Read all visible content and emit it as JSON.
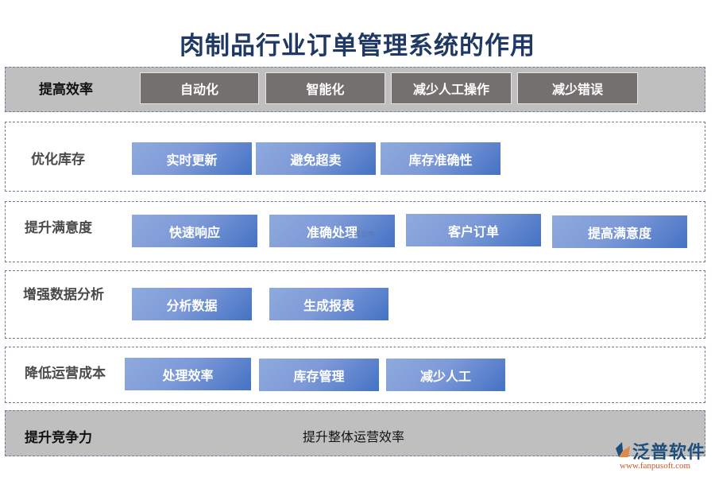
{
  "title": "肉制品行业订单管理系统的作用",
  "rows": [
    {
      "label": "提高效率",
      "style": "gray",
      "items": [
        "自动化",
        "智能化",
        "减少人工操作",
        "减少错误"
      ]
    },
    {
      "label": "优化库存",
      "style": "white",
      "items": [
        "实时更新",
        "避免超卖",
        "库存准确性"
      ]
    },
    {
      "label": "提升满意度",
      "style": "white",
      "items": [
        "快速响应",
        "准确处理",
        "客户订单",
        "提高满意度"
      ]
    },
    {
      "label": "增强数据分析",
      "style": "white",
      "items": [
        "分析数据",
        "生成报表"
      ]
    },
    {
      "label": "降低运营成本",
      "style": "white",
      "items": [
        "处理效率",
        "库存管理",
        "减少人工"
      ]
    },
    {
      "label": "提升竞争力",
      "style": "gray",
      "text": "提升整体运营效率"
    }
  ],
  "watermark": "泛普软件",
  "logo": {
    "name": "泛普软件",
    "url": "www.fanpusoft.com"
  },
  "colors": {
    "title": "#1f3864",
    "gray_band": "#bfbfbf",
    "dark_chip": "#757070",
    "blue_chip_light": "#8faadc",
    "blue_chip_dark": "#4472c4",
    "dashed_border": "#6b7f99"
  }
}
